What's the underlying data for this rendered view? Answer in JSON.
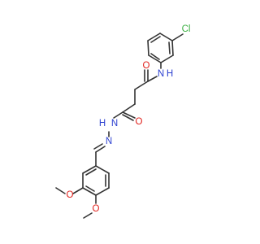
{
  "molecule": {
    "atoms": {
      "cl": {
        "label": "Cl",
        "color": "#3cb043"
      },
      "nh": {
        "label": "N",
        "h_label": "H",
        "color": "#2b3fd0"
      },
      "o_amide": {
        "label": "O",
        "color": "#e0201b"
      },
      "o_hydrazide": {
        "label": "O",
        "color": "#e0201b"
      },
      "n_hydrazide": {
        "label": "N",
        "h_label": "H",
        "color": "#2b3fd0"
      },
      "n_imine": {
        "label": "N",
        "color": "#2b3fd0"
      },
      "o_methoxy_3": {
        "label": "O",
        "color": "#e0201b"
      },
      "o_methoxy_4": {
        "label": "O",
        "color": "#e0201b"
      }
    },
    "bond_color": "#333333"
  }
}
